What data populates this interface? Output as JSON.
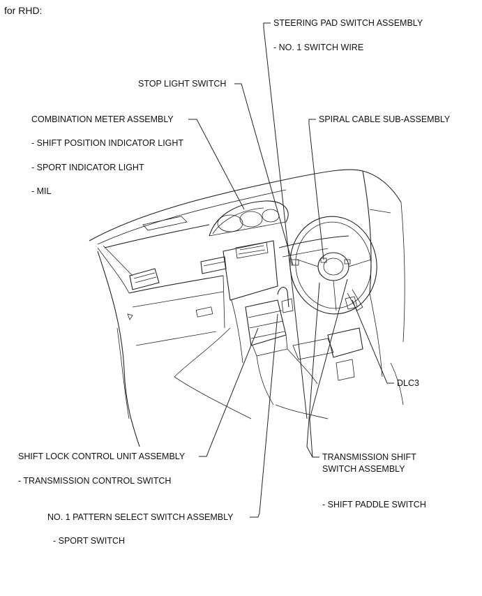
{
  "header": "for RHD:",
  "labels": {
    "steering_pad": "STEERING PAD SWITCH ASSEMBLY",
    "steering_pad_sub": "- NO. 1 SWITCH WIRE",
    "stop_light": "STOP LIGHT SWITCH",
    "combination_meter": "COMBINATION METER ASSEMBLY",
    "combination_meter_sub1": "- SHIFT POSITION INDICATOR LIGHT",
    "combination_meter_sub2": "- SPORT INDICATOR LIGHT",
    "combination_meter_sub3": "- MIL",
    "spiral_cable": "SPIRAL CABLE SUB-ASSEMBLY",
    "dlc3": "DLC3",
    "shift_lock": "SHIFT LOCK CONTROL UNIT ASSEMBLY",
    "shift_lock_sub": "- TRANSMISSION CONTROL SWITCH",
    "transmission_shift_line1": "TRANSMISSION SHIFT",
    "transmission_shift_line2": "SWITCH ASSEMBLY",
    "transmission_shift_sub": "- SHIFT PADDLE SWITCH",
    "pattern_select": "NO. 1 PATTERN SELECT SWITCH ASSEMBLY",
    "pattern_select_sub": "- SPORT SWITCH"
  }
}
